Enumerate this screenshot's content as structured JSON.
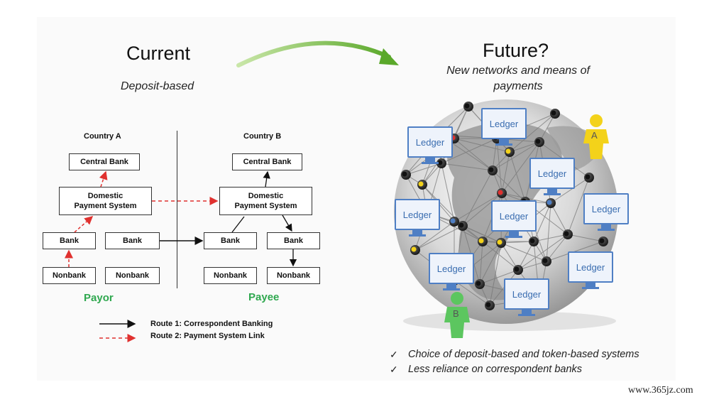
{
  "current": {
    "title": "Current",
    "subtitle": "Deposit-based",
    "country_a": "Country A",
    "country_b": "Country B",
    "boxes": {
      "a_central_bank": "Central Bank",
      "a_domestic": "Domestic\nPayment System",
      "a_bank_left": "Bank",
      "a_bank_right": "Bank",
      "a_nonbank_left": "Nonbank",
      "a_nonbank_right": "Nonbank",
      "b_central_bank": "Central Bank",
      "b_domestic": "Domestic\nPayment System",
      "b_bank_left": "Bank",
      "b_bank_right": "Bank",
      "b_nonbank_left": "Nonbank",
      "b_nonbank_right": "Nonbank"
    },
    "payor": "Payor",
    "payee": "Payee",
    "legend": {
      "route1": "Route 1: Correspondent Banking",
      "route2": "Route 2: Payment System Link"
    }
  },
  "future": {
    "title": "Future?",
    "subtitle": "New networks and means of payments",
    "ledger_label": "Ledger",
    "person_a": "A",
    "person_b": "B",
    "bullets": [
      "Choice of deposit-based and token-based systems",
      "Less reliance on correspondent banks"
    ],
    "check_mark": "✓"
  },
  "colors": {
    "route1": "#111111",
    "route2": "#e0312f",
    "party_green": "#2fa84f",
    "ledger_blue": "#4f7fc4",
    "person_yellow": "#f3d21a",
    "person_green": "#5cc65f",
    "arrow_green": "#7cc242"
  },
  "watermark": "www.365jz.com"
}
